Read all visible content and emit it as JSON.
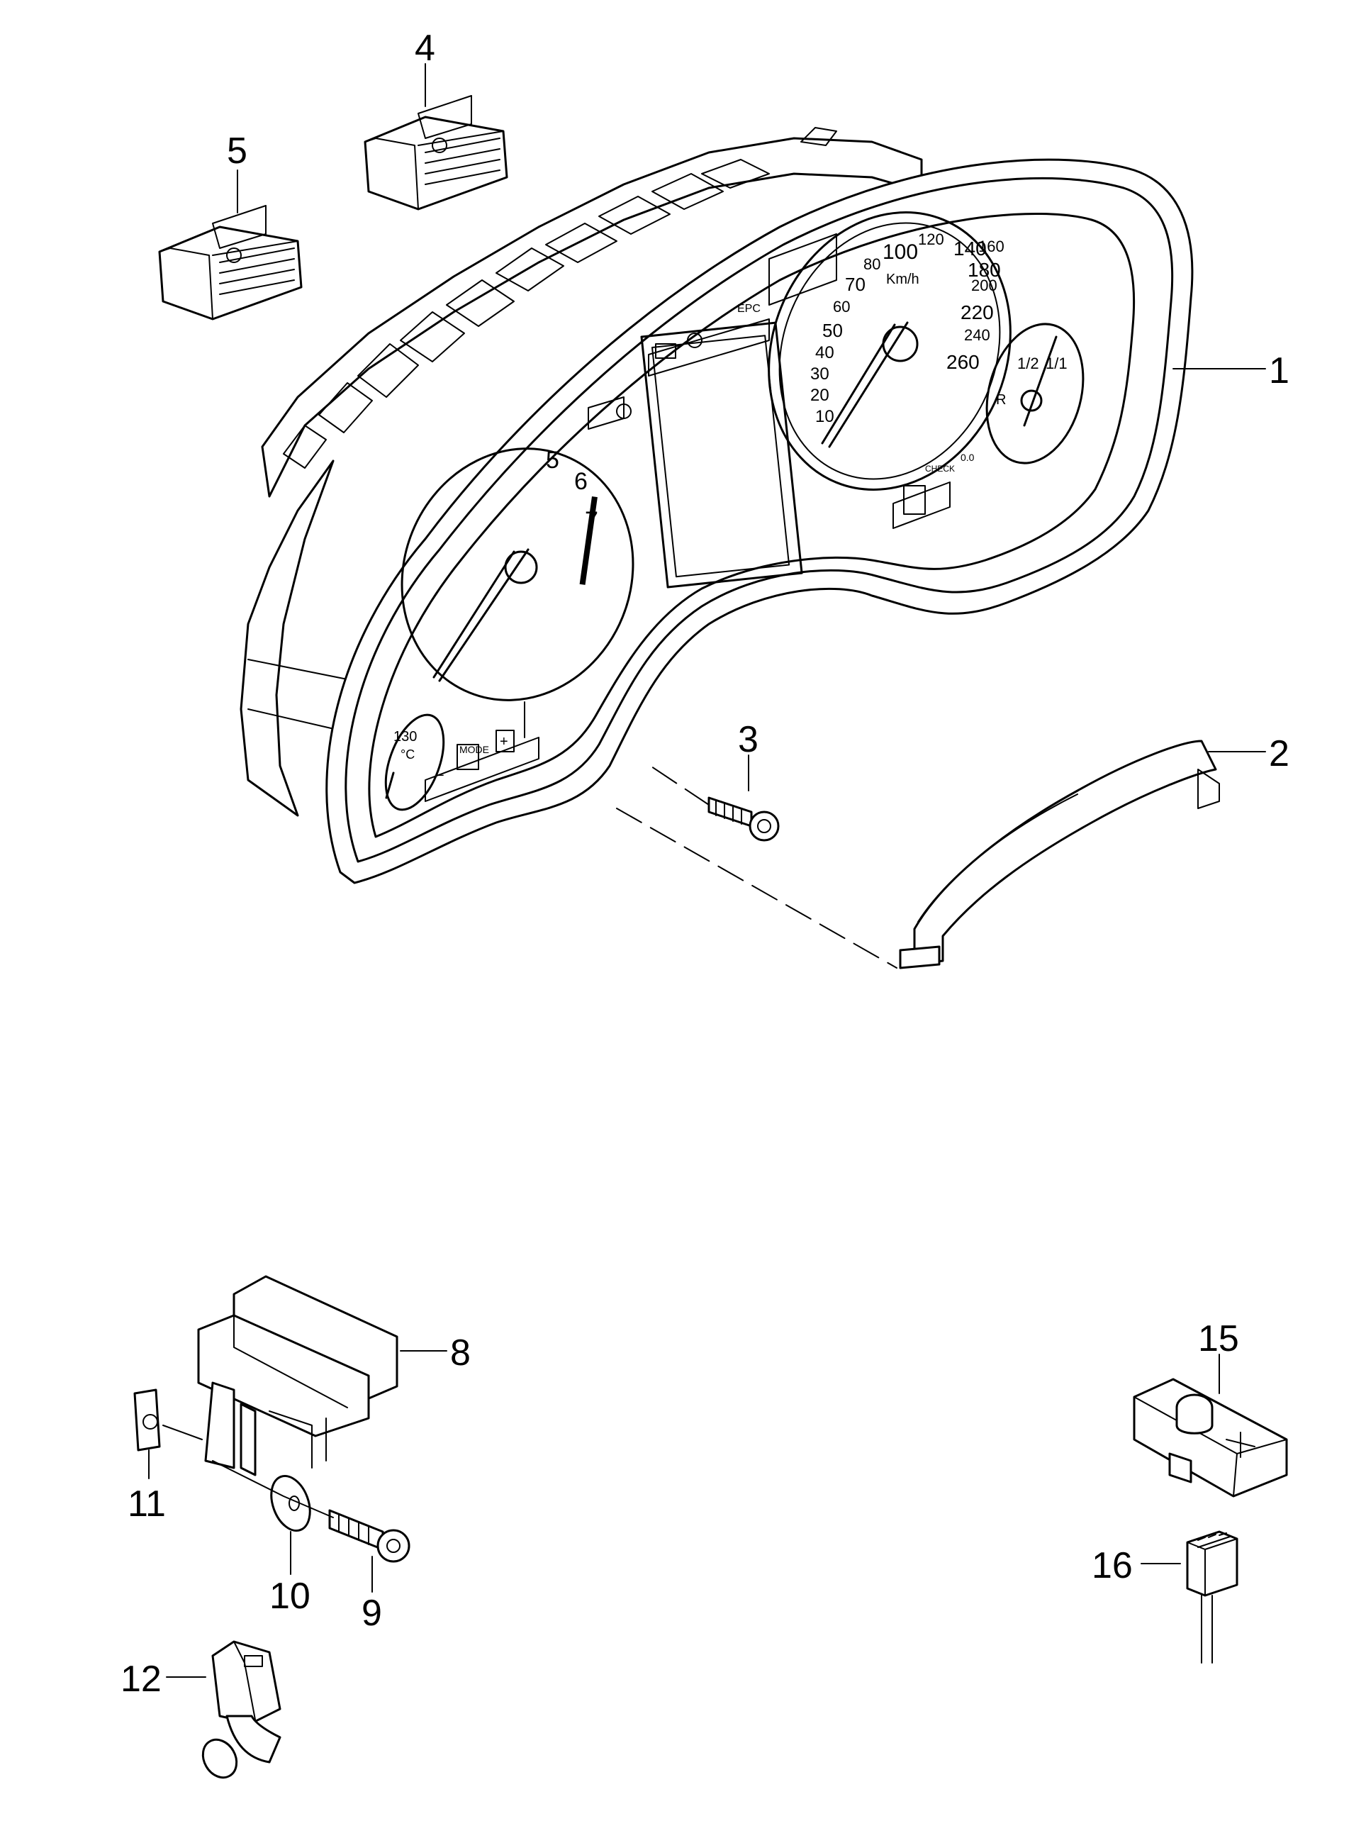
{
  "callouts": [
    "1",
    "2",
    "3",
    "4",
    "5",
    "8",
    "9",
    "10",
    "11",
    "12",
    "15",
    "16"
  ],
  "gauge_text": {
    "speed": [
      "10",
      "20",
      "30",
      "40",
      "50",
      "60",
      "70",
      "80",
      "100",
      "120",
      "140",
      "160",
      "180",
      "200",
      "220",
      "240",
      "260"
    ],
    "speed_unit": "Km/h",
    "rpm": [
      "5",
      "6",
      "7"
    ],
    "fuel": [
      "1/2",
      "1/1",
      "R"
    ],
    "temp": [
      "130",
      "°C"
    ],
    "buttons": [
      "MODE",
      "+",
      "−",
      "CHECK",
      "0.0"
    ],
    "indicator": "EPC"
  }
}
